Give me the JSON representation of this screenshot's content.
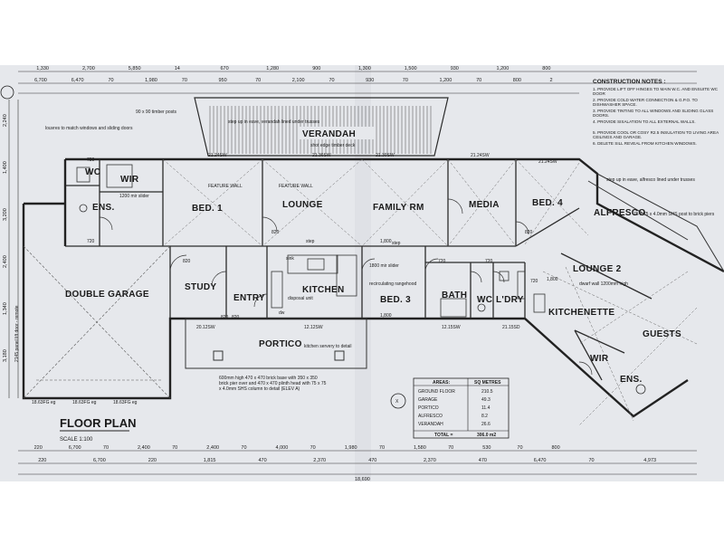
{
  "title": "FLOOR PLAN",
  "scale": "SCALE 1:100",
  "colors": {
    "paper": "#e6e8ec",
    "line": "#2b2b2b",
    "accent": "#4a4a4a"
  },
  "rooms": {
    "verandah": "VERANDAH",
    "bed1": "BED. 1",
    "lounge": "LOUNGE",
    "family": "FAMILY RM",
    "media": "MEDIA",
    "bed4": "BED. 4",
    "alfresco": "ALFRESCO",
    "wc1": "WC",
    "wir1": "WIR",
    "ens1": "ENS.",
    "double_garage": "DOUBLE GARAGE",
    "study": "STUDY",
    "entry": "ENTRY",
    "kitchen": "KITCHEN",
    "bed3": "BED. 3",
    "bath": "BATH",
    "wc2": "WC",
    "ldry": "L'DRY",
    "lounge2": "LOUNGE 2",
    "kitchenette": "KITCHENETTE",
    "guests": "GUESTS",
    "wir2": "WIR",
    "ens2": "ENS.",
    "portico": "PORTICO"
  },
  "annotations": {
    "timber_posts": "90 x 90 timber posts",
    "step_up": "step up in eave, verandah lined under trusses",
    "shot_edge": "shot edge timber deck",
    "feature_wall_1": "FEATURE WALL",
    "feature_wall_2": "FEATURE WALL",
    "mirror_slider": "1200 mir slider",
    "mirror_slider_2": "1800 mir slider",
    "recirculating": "recirculating rangehood",
    "disposal": "disposal unit",
    "dishwasher": "dw",
    "sink": "sink",
    "step_1": "step",
    "step_2": "step",
    "dwarf_wall": "dwarf wall 1200mm high",
    "alfresco_note": "step up in eave, alfresco lined under trusses",
    "shs_post": "75 x 75 x 4.0mm SHS post to brick piers",
    "pier_note": "600mm high 470 x 470 brick base with 350 x 350 brick pier over and 470 x 470 plinth head with 75 x 75 x 4.0mm SHS column to detail (ELEV A)",
    "kitchen_servery": "kitchen servery to detail",
    "louvres": "louvres to match windows and sliding doors",
    "garage_door": "2145 panel lift door - remote",
    "north_mark": "X"
  },
  "construction_notes": {
    "heading": "CONSTRUCTION NOTES :",
    "items": [
      "1. PROVIDE LIFT OFF HINGES TO MAIN W.C. AND ENSUITE WC DOOR",
      "2. PROVIDE COLD WATER CONNECTION & G.P.O. TO DISHWASHER SPACE.",
      "3. PROVIDE TINTING TO ALL WINDOWS AND SLIDING GLASS DOORS.",
      "4. PROVIDE SISALATION TO ALL EXTERNAL WALLS.",
      "5. PROVIDE COOL OR COSY R2.5 INSULATION TO LIVING AREA CEILINGS AND GARAGE.",
      "6. DELETE SILL REVEAL FROM KITCHEN WINDOWS."
    ]
  },
  "areas_table": {
    "headers": [
      "AREAS:",
      "SQ METRES"
    ],
    "rows": [
      [
        "GROUND FLOOR",
        "210.5"
      ],
      [
        "GARAGE",
        "49.3"
      ],
      [
        "PORTICO",
        "11.4"
      ],
      [
        "ALFRESCO",
        "8.2"
      ],
      [
        "VERANDAH",
        "26.6"
      ]
    ],
    "total_label": "TOTAL =",
    "total_value": "306.0 m2"
  },
  "window_codes": [
    "21.24SW",
    "21.36SW",
    "21.30SW",
    "21.24SW",
    "21.24SW",
    "12.15SW",
    "20.12SW",
    "21.15SD",
    "12.12SW",
    "18.63FG eg",
    "18.63FG eg",
    "18.63FG eg"
  ],
  "dimensions": {
    "top_row1": [
      "1,330",
      "2,700",
      "5,850",
      "14",
      "670",
      "1,280",
      "900",
      "1,300",
      "1,500",
      "930",
      "1,200",
      "800"
    ],
    "top_row2": [
      "6,700",
      "6,470",
      "70",
      "1,980",
      "70",
      "950",
      "70",
      "2,100",
      "70",
      "930",
      "70",
      "1,200",
      "70",
      "800",
      "2"
    ],
    "bottom_row1": [
      "220",
      "6,700",
      "70",
      "2,400",
      "70",
      "2,400",
      "70",
      "4,000",
      "70",
      "1,980",
      "70",
      "1,580",
      "70",
      "530",
      "70",
      "800"
    ],
    "bottom_row2": [
      "220",
      "6,700",
      "220",
      "1,815",
      "470",
      "2,370",
      "470",
      "2,370",
      "470",
      "6,470",
      "70",
      "4,973"
    ],
    "bottom_total": "18,690",
    "left": [
      "2,240",
      "1,400",
      "3,200",
      "2,400",
      "1,340",
      "3,180"
    ],
    "interior": [
      "720",
      "720",
      "820",
      "820",
      "820",
      "820",
      "1,800",
      "1,800",
      "720",
      "720",
      "720",
      "820",
      "1,800"
    ]
  }
}
